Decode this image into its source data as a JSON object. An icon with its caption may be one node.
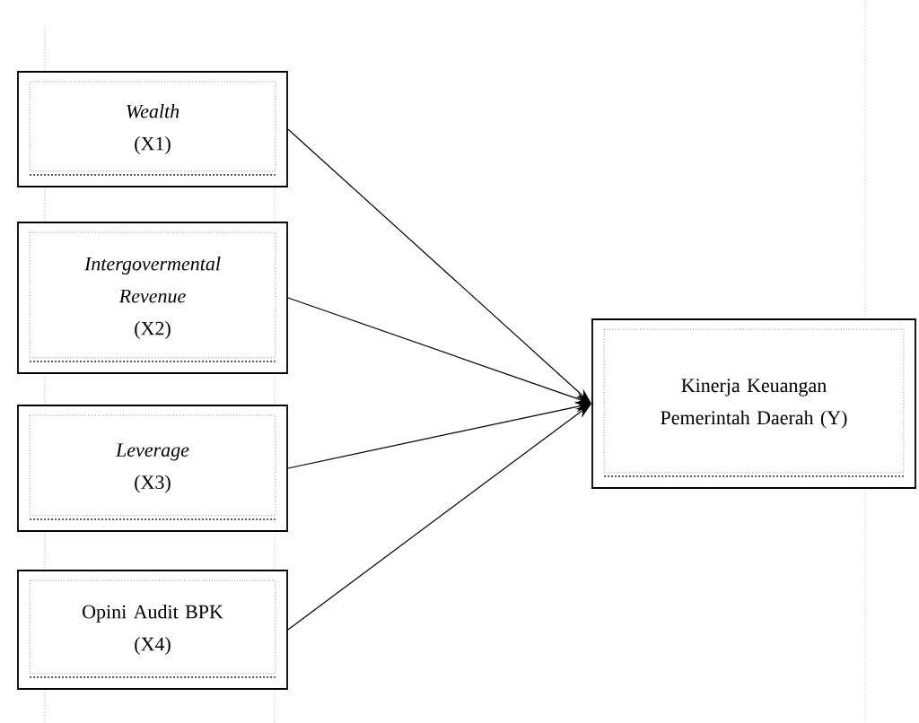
{
  "diagram": {
    "nodes": [
      {
        "text": [
          "Wealth",
          "(X1)"
        ]
      },
      {
        "text": [
          "Intergovermental Revenue",
          "(X2)"
        ]
      },
      {
        "text": [
          "Leverage",
          "(X3)"
        ]
      },
      {
        "text": [
          "Opini Audit BPK",
          "(X4)"
        ]
      },
      {
        "text": [
          "Kinerja Keuangan Pemerintah Daerah (Y)"
        ]
      }
    ],
    "edges": [
      {
        "from": 0,
        "to": 4,
        "arrow": "to"
      },
      {
        "from": 1,
        "to": 4,
        "arrow": "to"
      },
      {
        "from": 2,
        "to": 4,
        "arrow": "to"
      },
      {
        "from": 3,
        "to": 4,
        "arrow": "to"
      }
    ]
  }
}
